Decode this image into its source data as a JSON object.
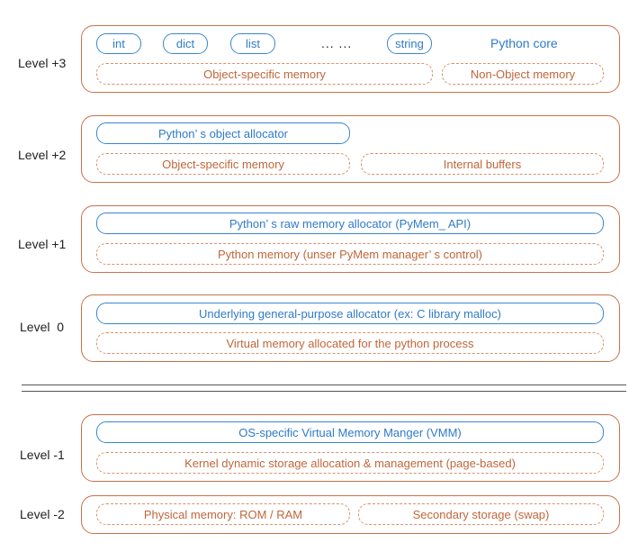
{
  "levels": {
    "l3": {
      "label": "Level +3"
    },
    "l2": {
      "label": "Level +2"
    },
    "l1": {
      "label": "Level +1"
    },
    "l0": {
      "label": "Level  0"
    },
    "lm1": {
      "label": "Level -1"
    },
    "lm2": {
      "label": "Level -2"
    }
  },
  "level3": {
    "chips": [
      "int",
      "dict",
      "list",
      "string"
    ],
    "ellipsis": "... ...",
    "core_label": "Python core",
    "object_memory": "Object-specific memory",
    "non_object_memory": "Non-Object memory"
  },
  "level2": {
    "allocator": "Python’ s object allocator",
    "object_memory": "Object-specific memory",
    "internal_buffers": "Internal buffers"
  },
  "level1": {
    "allocator": "Python’ s raw memory allocator (PyMem_ API)",
    "memory": "Python memory (unser PyMem manager’ s control)"
  },
  "level0": {
    "allocator": "Underlying general-purpose allocator (ex: C library malloc)",
    "memory": "Virtual memory allocated for the python process"
  },
  "levelm1": {
    "vmm": "OS-specific Virtual Memory Manger (VMM)",
    "kernel": "Kernel dynamic storage allocation & management (page-based)"
  },
  "levelm2": {
    "physical": "Physical memory: ROM / RAM",
    "secondary": "Secondary storage (swap)"
  },
  "colors": {
    "box_border": "#c8724a",
    "dashed_border": "#d9906a",
    "dashed_text": "#c0663a",
    "blue": "#3a86cf"
  }
}
